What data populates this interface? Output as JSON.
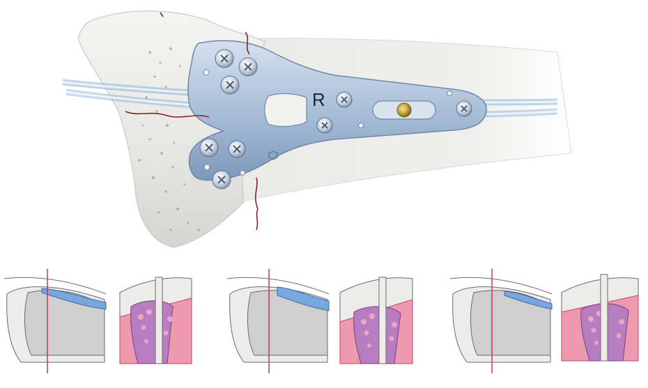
{
  "plate": {
    "side_label": "R"
  },
  "colors": {
    "bone": "#ececea",
    "bone_shadow": "#cfd0cd",
    "plate": "#a8bdd6",
    "plate_edge": "#6f86a6",
    "screw": "#c7d3e0",
    "fracture": "#8a1f24",
    "cortex": "#e8e8e6",
    "marrow": "#cfcfcf",
    "implant_blue": "#7aa6de",
    "soft_tissue_pink": "#ee9aae",
    "cancellous_purple": "#b87cc0",
    "cut_line": "#c0304a"
  },
  "icons": {
    "main": "bone-with-locking-plate-illustration",
    "pores": "cancellous-pore-icon",
    "screw": "locking-screw-icon",
    "guide_wire": "guide-wire-icon"
  },
  "panels": [
    {
      "id": "1",
      "variant": "gap-thin-plate"
    },
    {
      "id": "2",
      "variant": "gap-thick-plate"
    },
    {
      "id": "3",
      "variant": "gap-flat-plate"
    }
  ]
}
